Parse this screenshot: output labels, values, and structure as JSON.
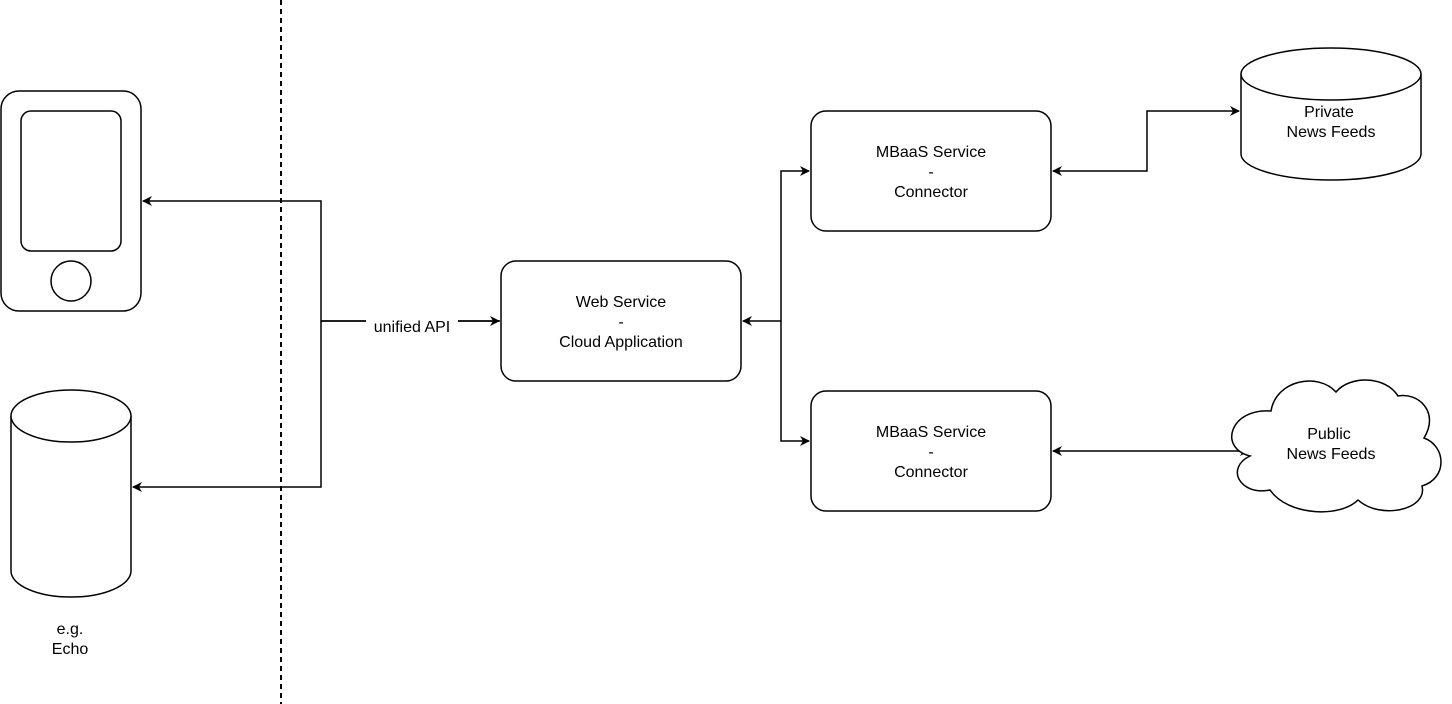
{
  "diagram": {
    "edge_label": "unified API",
    "web_service": {
      "line1": "Web Service",
      "line2": "-",
      "line3": "Cloud Application"
    },
    "mbaas_top": {
      "line1": "MBaaS Service",
      "line2": "-",
      "line3": "Connector"
    },
    "mbaas_bottom": {
      "line1": "MBaaS Service",
      "line2": "-",
      "line3": "Connector"
    },
    "private_feeds": {
      "line1": "Private",
      "line2": "News Feeds"
    },
    "public_feeds": {
      "line1": "Public",
      "line2": "News Feeds"
    },
    "echo": {
      "line1": "e.g.",
      "line2": "Echo"
    }
  },
  "colors": {
    "stroke": "#000000",
    "fill": "#ffffff"
  }
}
